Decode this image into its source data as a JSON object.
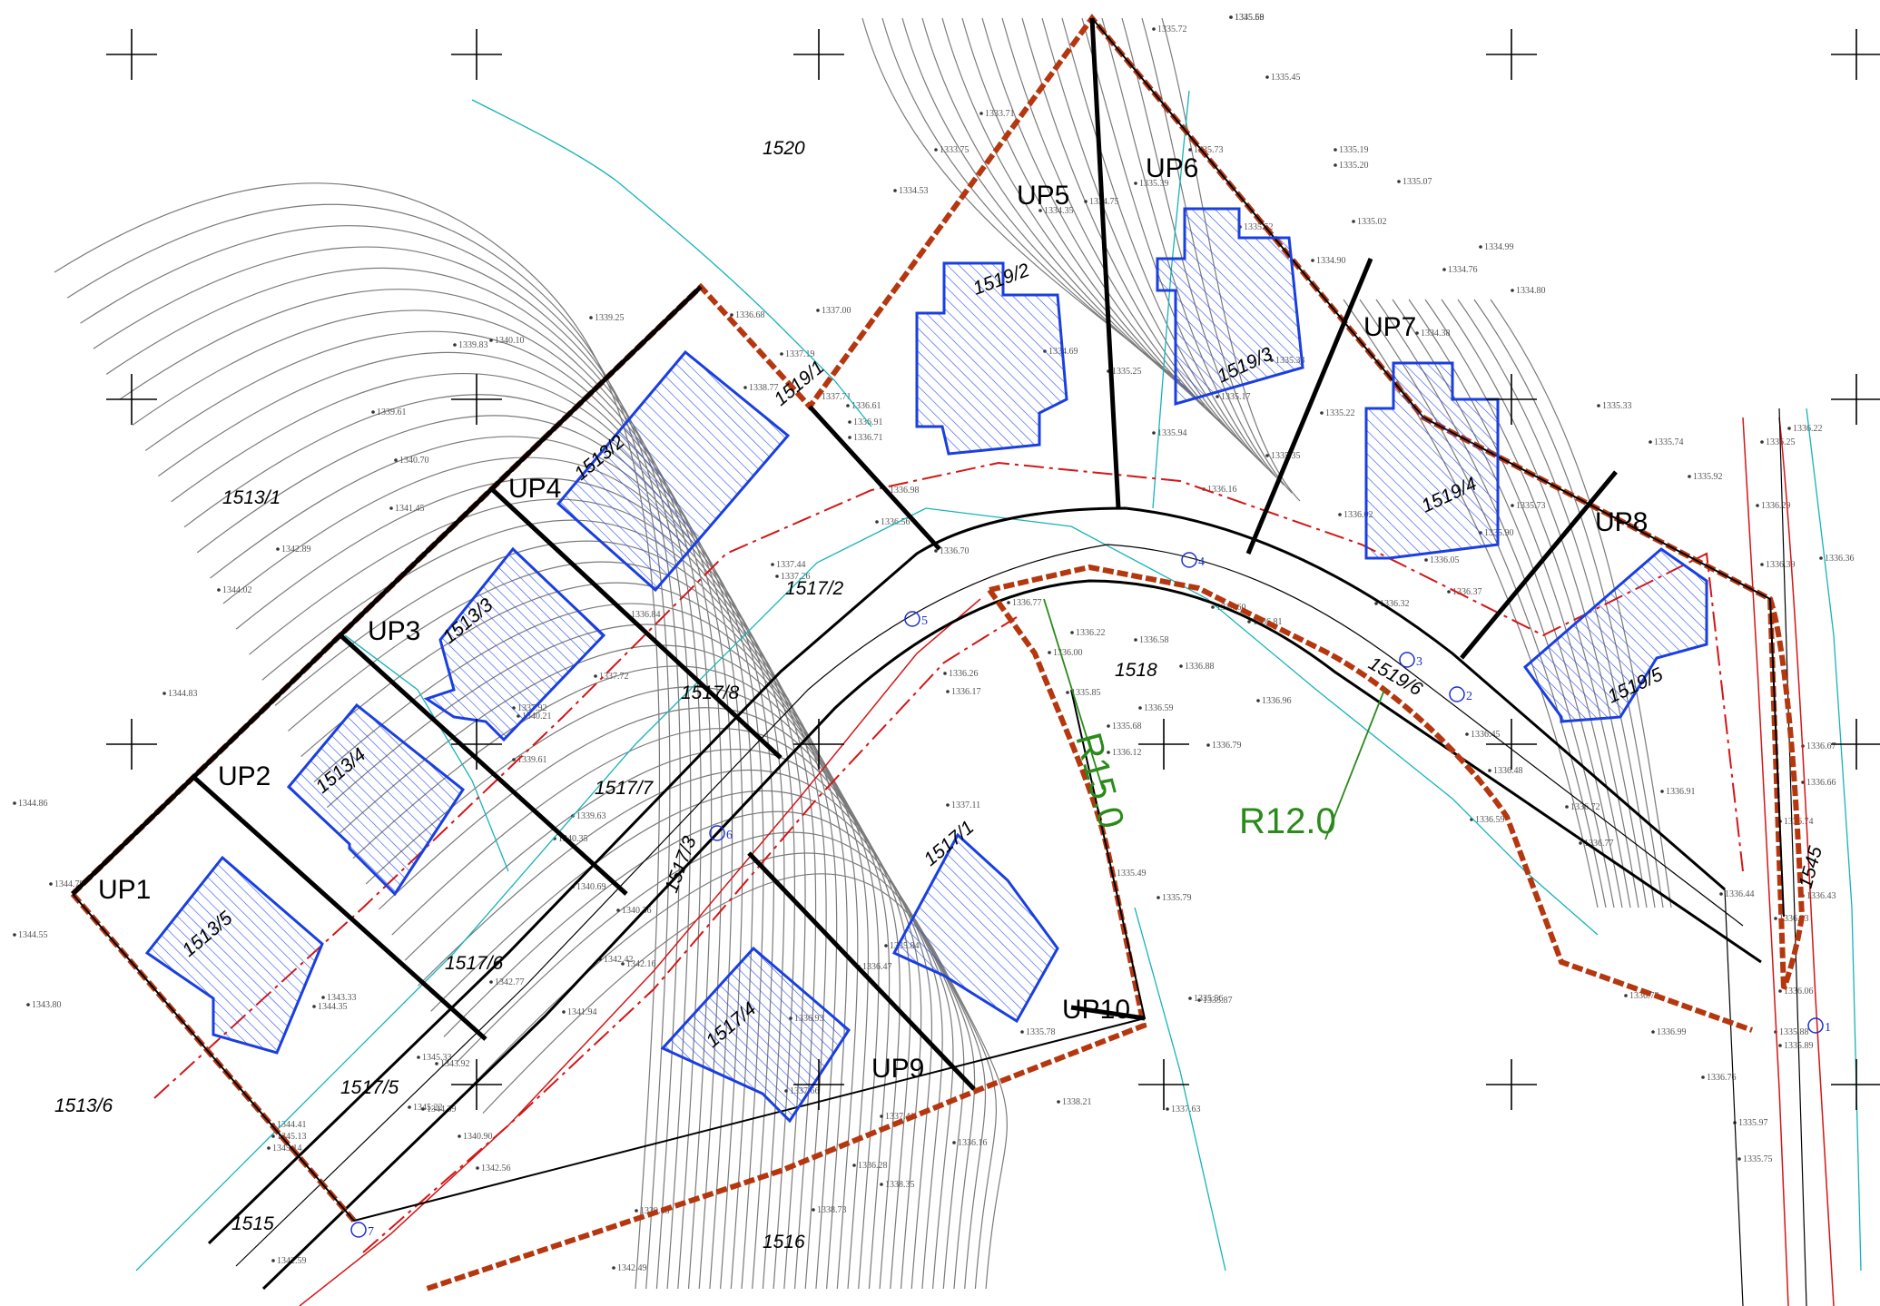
{
  "up_labels": [
    "UP1",
    "UP2",
    "UP3",
    "UP4",
    "UP5",
    "UP6",
    "UP7",
    "UP8",
    "UP9",
    "UP10"
  ],
  "parcel_labels": [
    "1513/1",
    "1513/2",
    "1513/3",
    "1513/4",
    "1513/5",
    "1513/6",
    "1515",
    "1516",
    "1517/1",
    "1517/2",
    "1517/3",
    "1517/4",
    "1517/5",
    "1517/6",
    "1517/7",
    "1517/8",
    "1518",
    "1519/1",
    "1519/2",
    "1519/3",
    "1519/4",
    "1519/5",
    "1519/6",
    "1520",
    "1545"
  ],
  "radius_labels": [
    "R15.0",
    "R12.0"
  ],
  "survey_points": [
    "1",
    "2",
    "3",
    "4",
    "5",
    "6",
    "7"
  ],
  "elevations": [
    "1335.58",
    "1335.72",
    "1335.45",
    "1333.71",
    "1333.75",
    "1335.73",
    "1335.39",
    "1335.19",
    "1335.20",
    "1335.07",
    "1334.53",
    "1334.35",
    "1334.75",
    "1335.52",
    "1335.02",
    "1334.99",
    "1334.90",
    "1334.76",
    "1334.80",
    "1334.69",
    "1335.25",
    "1335.33",
    "1335.17",
    "1334.38",
    "1335.94",
    "1335.35",
    "1335.22",
    "1335.33",
    "1335.74",
    "1336.22",
    "1336.25",
    "1335.92",
    "1336.29",
    "1336.36",
    "1336.39",
    "1336.16",
    "1336.02",
    "1335.73",
    "1335.90",
    "1336.05",
    "1336.32",
    "1336.37",
    "1336.60",
    "1336.81",
    "1336.58",
    "1336.88",
    "1336.96",
    "1336.59",
    "1336.79",
    "1336.45",
    "1336.48",
    "1336.59",
    "1336.72",
    "1336.77",
    "1336.73",
    "1336.99",
    "1336.76",
    "1335.97",
    "1335.75",
    "1335.88",
    "1336.33",
    "1336.06",
    "1335.89",
    "1336.44",
    "1336.74",
    "1336.43",
    "1336.66",
    "1336.67",
    "1336.91",
    "1336.68",
    "1337.19",
    "1337.00",
    "1336.61",
    "1336.91",
    "1336.71",
    "1336.98",
    "1336.56",
    "1336.70",
    "1336.26",
    "1336.17",
    "1337.11",
    "1336.77",
    "1336.22",
    "1336.00",
    "1335.85",
    "1335.68",
    "1336.12",
    "1335.49",
    "1335.79",
    "1335.87",
    "1335.56",
    "1335.78",
    "1335.84",
    "1336.47",
    "1336.93",
    "1337.63",
    "1338.21",
    "1336.16",
    "1336.28",
    "1337.41",
    "1337.66",
    "1338.35",
    "1338.73",
    "1339.68",
    "1340.90",
    "1342.49",
    "1342.59",
    "1342.56",
    "1345.22",
    "1345.33",
    "1343.33",
    "1344.35",
    "1343.80",
    "1344.55",
    "1344.79",
    "1344.86",
    "1344.83",
    "1344.02",
    "1342.89",
    "1341.45",
    "1340.70",
    "1339.61",
    "1339.83",
    "1340.10",
    "1339.25",
    "1338.77",
    "1337.71",
    "1337.44",
    "1337.26",
    "1336.84",
    "1337.72",
    "1337.92",
    "1340.21",
    "1339.61",
    "1339.63",
    "1340.35",
    "1340.69",
    "1340.36",
    "1342.16",
    "1342.42",
    "1341.94",
    "1342.77",
    "1343.92",
    "1344.39",
    "1344.41",
    "1345.13",
    "1345.14",
    "1345.69"
  ],
  "colors": {
    "boundary": "#b5370f",
    "plot_line": "#000000",
    "building": "#1a3fe0",
    "building_hatch": "#2c4ff0",
    "contour": "#777777",
    "cyan_line": "#16b3b8",
    "red_line": "#d41616",
    "radius_green": "#2a8a1a",
    "survey_point": "#1a2fd0"
  },
  "icons": [
    "crosshair-marker-icon",
    "survey-point-icon"
  ]
}
